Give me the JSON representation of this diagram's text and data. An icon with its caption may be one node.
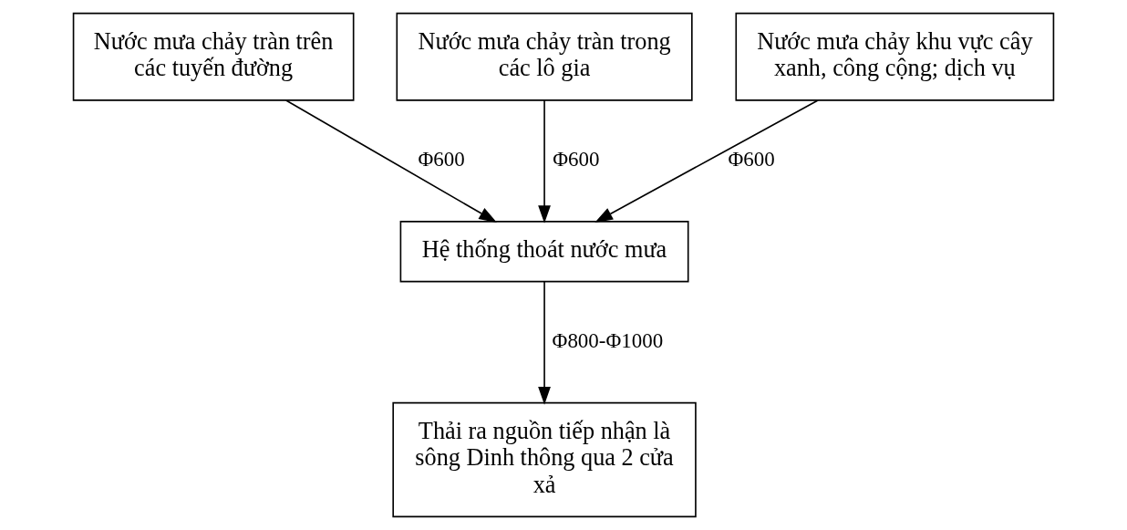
{
  "diagram": {
    "nodes": [
      {
        "text": [
          "Nước mưa chảy tràn trên các tuyến đường"
        ]
      },
      {
        "text": [
          "Nước mưa chảy tràn trong các lô gia"
        ]
      },
      {
        "text": [
          "Nước mưa chảy khu vực cây xanh, công cộng; dịch vụ"
        ]
      },
      {
        "text": [
          "Hệ thống thoát nước mưa"
        ]
      },
      {
        "text": [
          "Thải ra nguồn tiếp nhận là sông Dinh thông qua 2 cửa xả"
        ]
      }
    ],
    "edges": [
      {
        "from": 0,
        "to": 3,
        "arrow": "to",
        "label": "Φ600"
      },
      {
        "from": 1,
        "to": 3,
        "arrow": "to",
        "label": "Φ600"
      },
      {
        "from": 2,
        "to": 3,
        "arrow": "to",
        "label": "Φ600"
      },
      {
        "from": 3,
        "to": 4,
        "arrow": "to",
        "label": "Φ800-Φ1000"
      }
    ]
  }
}
